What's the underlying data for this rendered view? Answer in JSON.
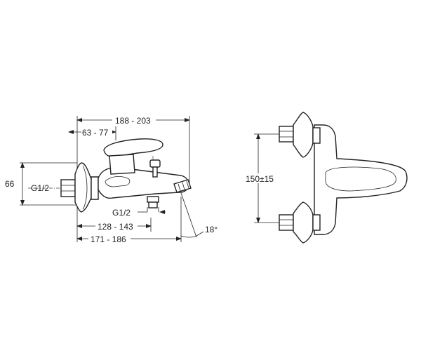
{
  "side_view": {
    "dim_overall_length": "188 - 203",
    "dim_lever_offset": "63 - 77",
    "dim_height": "66",
    "thread_inlet": "G1/2",
    "thread_outlet": "G1/2",
    "dim_spout_to_outlet": "128 - 143",
    "dim_spout_length": "171 - 186",
    "angle": "18°"
  },
  "front_view": {
    "dim_centers": "150±15"
  }
}
